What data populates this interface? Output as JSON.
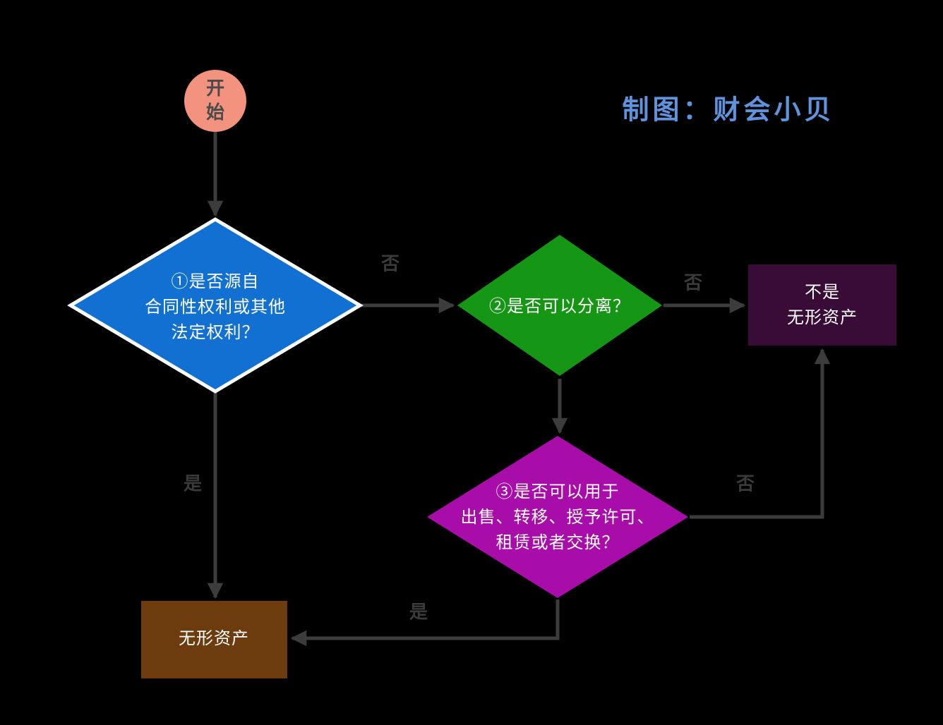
{
  "title": {
    "text": "制图：财会小贝",
    "color": "#5f93dd"
  },
  "colors": {
    "background": "#000000",
    "connector": "#3c3c3c",
    "edge_label": "#3a3a3a",
    "node_text": "#ffffff"
  },
  "nodes": {
    "start": {
      "label": "开\n始",
      "shape": "circle",
      "color": "#f2927f",
      "text_color": "#4a4a4a"
    },
    "q1": {
      "label": "①是否源自\n合同性权利或其他\n法定权利？",
      "shape": "diamond",
      "color": "#1170d2",
      "border_color": "#ffffff"
    },
    "q2": {
      "label": "②是否可以分离？",
      "shape": "diamond",
      "color": "#159615"
    },
    "q3": {
      "label": "③是否可以用于\n出售、转移、授予许可、\n租赁或者交换？",
      "shape": "diamond",
      "color": "#a90da9"
    },
    "not_intangible": {
      "label": "不是\n无形资产",
      "shape": "rect",
      "color": "#390c37"
    },
    "intangible": {
      "label": "无形资产",
      "shape": "rect",
      "color": "#6d3c0e"
    }
  },
  "edges": {
    "start_to_q1": {
      "label": ""
    },
    "q1_to_q2": {
      "label": "否"
    },
    "q2_to_not_intangible": {
      "label": "否"
    },
    "q2_to_q3": {
      "label": ""
    },
    "q3_to_not_intangible": {
      "label": "否"
    },
    "q1_to_intangible": {
      "label": "是"
    },
    "q3_to_intangible": {
      "label": "是"
    }
  }
}
